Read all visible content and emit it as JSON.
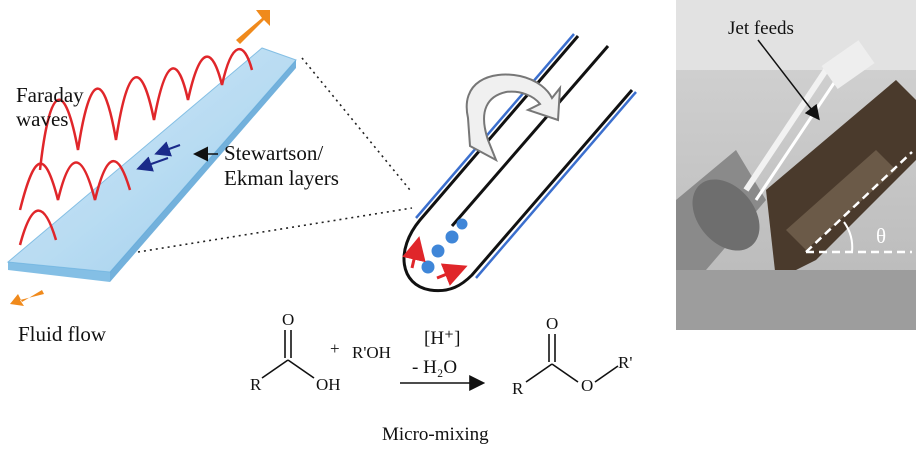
{
  "labels": {
    "faraday_waves": [
      "Faraday",
      "waves"
    ],
    "stewartson_ekman": [
      "Stewartson/",
      "Ekman layers"
    ],
    "fluid_flow": "Fluid flow",
    "jet_feeds": "Jet feeds",
    "theta": "θ",
    "micro_mixing": "Micro-mixing"
  },
  "reaction": {
    "acid_r": "R",
    "acid_o": "O",
    "acid_oh": "OH",
    "plus": "+",
    "alcohol": "R'OH",
    "catalyst": "[H⁺]",
    "byproduct": "- H₂O",
    "ester_r": "R",
    "ester_o_top": "O",
    "ester_o_link": "O",
    "ester_r_prime": "R'"
  },
  "colors": {
    "wave": "#e0262a",
    "plate": "#a9d4ee",
    "plate_edge": "#6fb4e0",
    "flow_arrow": "#f08a1c",
    "tube_blue": "#3b6fce",
    "droplet": "#3f86d8",
    "red_arrow": "#e0262a",
    "photo_frame": "#4a3a2c"
  }
}
